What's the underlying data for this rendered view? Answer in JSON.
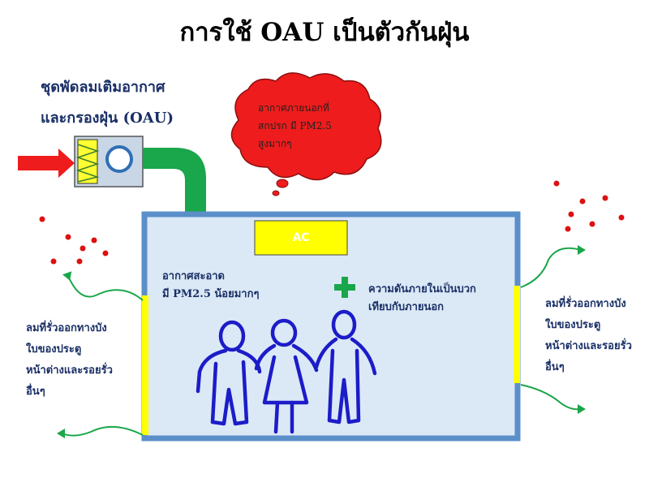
{
  "title": "การใช้ OAU เป็นตัวกันฝุ่น",
  "oau_label": {
    "line1": "ชุดพัดลมเติมอากาศ",
    "line2": "และกรองฝุ่น (OAU)"
  },
  "cloud": {
    "line1": "อากาศภายนอกที่",
    "line2": "สกปรก มี PM2.5",
    "line3": "สูงมากๆ"
  },
  "ac_label": "AC",
  "clean_air": {
    "line1": "อากาศสะอาด",
    "line2": "มี PM2.5 น้อยมากๆ"
  },
  "positive_pressure": {
    "line1": "ความดันภายในเป็นบวก",
    "line2": "เทียบกับภายนอก"
  },
  "leak_left": {
    "line1": "ลมที่รั่วออกทางบัง",
    "line2": "ใบของประตู",
    "line3": "หน้าต่างและรอยรั่ว",
    "line4": "อื่นๆ"
  },
  "leak_right": {
    "line1": "ลมที่รั่วออกทางบัง",
    "line2": "ใบของประตู",
    "line3": "หน้าต่างและรอยรั่ว",
    "line4": "อื่นๆ"
  },
  "colors": {
    "room_fill": "#dbe9f6",
    "room_border": "#5b8fc9",
    "ac_fill": "#ffff00",
    "duct_green": "#1aa64a",
    "cloud_red": "#ee1c1c",
    "people_blue": "#1c1cc8",
    "text_navy": "#1a2f66"
  }
}
